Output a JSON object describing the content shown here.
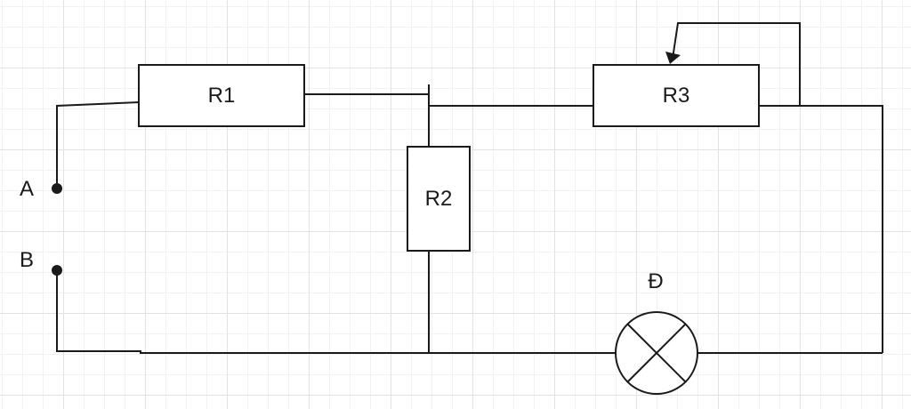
{
  "diagram": {
    "components": {
      "r1": {
        "label": "R1"
      },
      "r2": {
        "label": "R2"
      },
      "r3": {
        "label": "R3"
      },
      "lamp": {
        "label": "Đ"
      }
    },
    "terminals": {
      "a": {
        "label": "A"
      },
      "b": {
        "label": "B"
      }
    },
    "colors": {
      "line": "#1a1a1a",
      "grid": "#e2e2e2",
      "background": "#ffffff"
    }
  }
}
